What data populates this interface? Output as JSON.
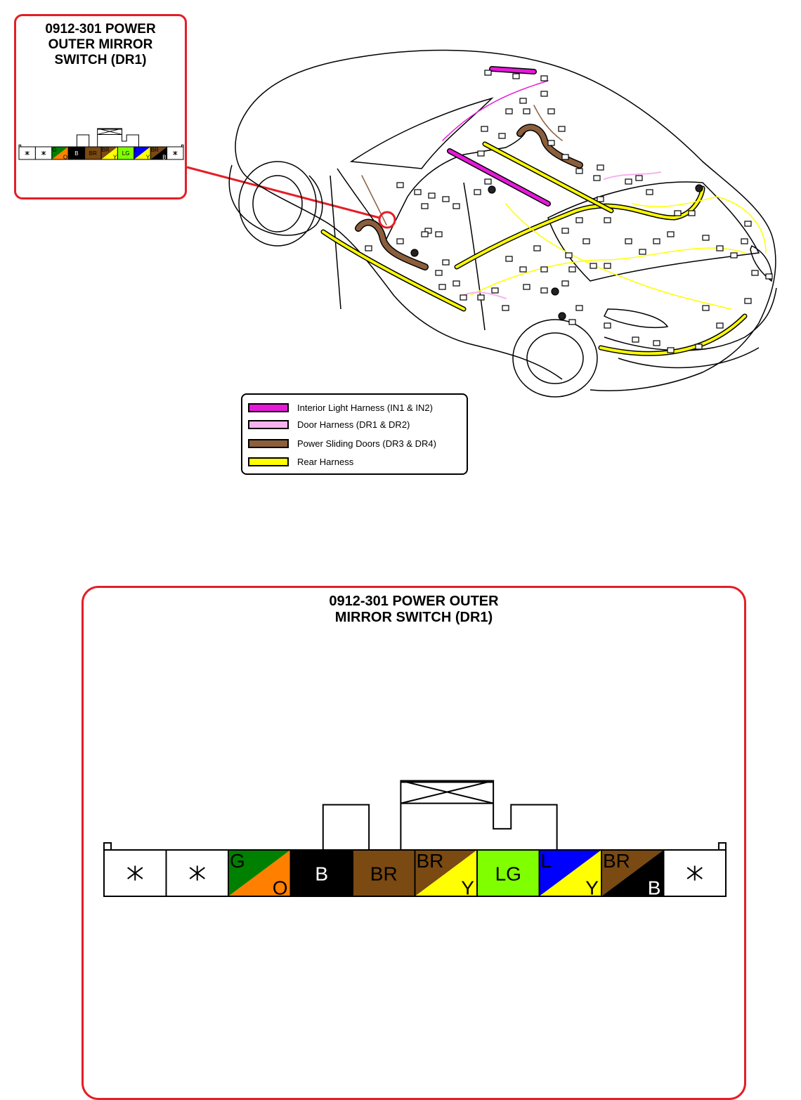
{
  "inset": {
    "title_line1": "0912-301 POWER",
    "title_line2": "OUTER MIRROR",
    "title_line3": "SWITCH (DR1)"
  },
  "main": {
    "title_line1": "0912-301 POWER OUTER",
    "title_line2": "MIRROR SWITCH (DR1)"
  },
  "legend": {
    "items": [
      {
        "label": "Interior Light Harness (IN1 & IN2)",
        "color": "#e619d8"
      },
      {
        "label": "Door Harness (DR1 & DR2)",
        "color": "#f7b3ee"
      },
      {
        "label": "Power Sliding Doors (DR3 & DR4)",
        "color": "#8b5e3c"
      },
      {
        "label": "Rear Harness",
        "color": "#ffff00"
      }
    ]
  },
  "connector": {
    "pins": [
      {
        "type": "empty"
      },
      {
        "type": "empty"
      },
      {
        "type": "split",
        "top": "G",
        "bottom": "O",
        "color1": "#008000",
        "color2": "#ff8000"
      },
      {
        "type": "solid",
        "label": "B",
        "color": "#000000",
        "text_color": "#ffffff"
      },
      {
        "type": "solid",
        "label": "BR",
        "color": "#7a4a12",
        "text_color": "#000000"
      },
      {
        "type": "split",
        "top": "BR",
        "bottom": "Y",
        "color1": "#7a4a12",
        "color2": "#ffff00"
      },
      {
        "type": "solid",
        "label": "LG",
        "color": "#80ff00",
        "text_color": "#000000"
      },
      {
        "type": "split",
        "top": "L",
        "bottom": "Y",
        "color1": "#0000ff",
        "color2": "#ffff00"
      },
      {
        "type": "split",
        "top": "BR",
        "bottom": "B",
        "color1": "#7a4a12",
        "color2": "#000000",
        "bottom_text_color": "#ffffff"
      },
      {
        "type": "empty"
      }
    ]
  },
  "colors": {
    "frame_red": "#e41e26",
    "harness_yellow": "#ffff00",
    "harness_brown": "#8b5e3c",
    "harness_magenta": "#e619d8",
    "harness_pink": "#f7b3ee"
  }
}
